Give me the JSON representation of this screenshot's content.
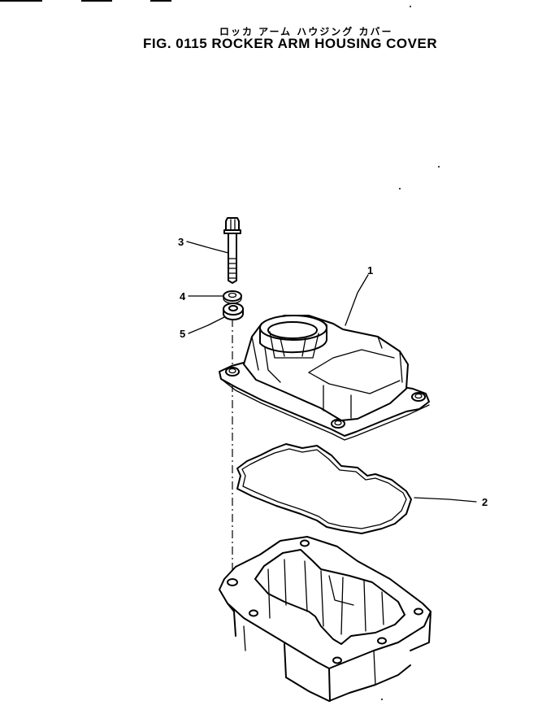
{
  "figure": {
    "title_jp": "ロッカ アーム ハウジング カバー",
    "title_en": "FIG. 0115  ROCKER  ARM  HOUSING  COVER"
  },
  "callouts": [
    {
      "key": "cover",
      "number": "1"
    },
    {
      "key": "gasket",
      "number": "2"
    },
    {
      "key": "bolt",
      "number": "3"
    },
    {
      "key": "washer",
      "number": "4"
    },
    {
      "key": "spacer",
      "number": "5"
    }
  ]
}
